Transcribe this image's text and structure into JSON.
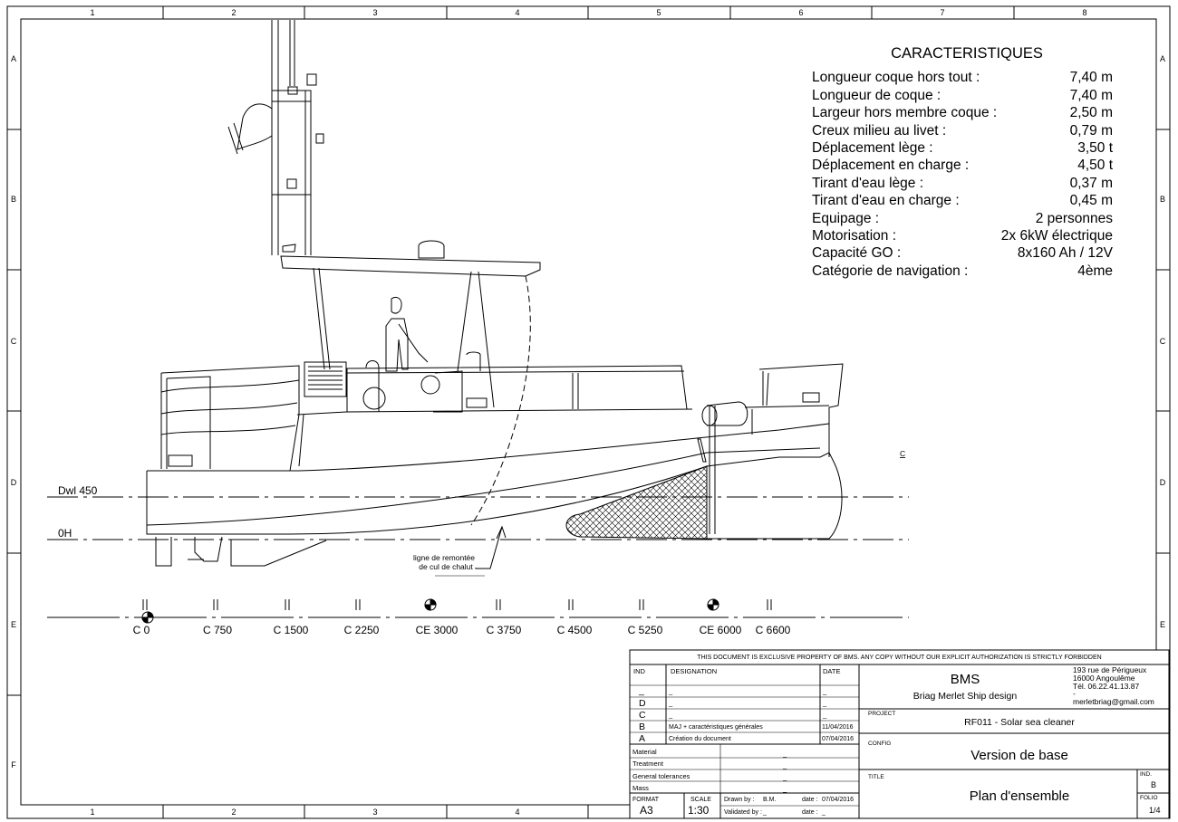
{
  "frame": {
    "cols": [
      "1",
      "2",
      "3",
      "4",
      "5",
      "6",
      "7",
      "8"
    ],
    "rows": [
      "A",
      "B",
      "C",
      "D",
      "E",
      "F"
    ]
  },
  "specs": {
    "title": "CARACTERISTIQUES",
    "rows": [
      {
        "label": "Longueur coque hors tout :",
        "value": "7,40 m"
      },
      {
        "label": "Longueur de coque :",
        "value": "7,40 m"
      },
      {
        "label": "Largeur hors membre coque :",
        "value": "2,50 m"
      },
      {
        "label": "Creux milieu au livet :",
        "value": "0,79 m"
      },
      {
        "label": "Déplacement lège :",
        "value": "3,50 t"
      },
      {
        "label": "Déplacement en charge :",
        "value": "4,50 t"
      },
      {
        "label": "Tirant d'eau lège :",
        "value": "0,37 m"
      },
      {
        "label": "Tirant d'eau en charge :",
        "value": "0,45 m"
      },
      {
        "label": "Equipage :",
        "value": "2 personnes"
      },
      {
        "label": "Motorisation :",
        "value": "2x 6kW électrique"
      },
      {
        "label": "Capacité GO :",
        "value": "8x160 Ah / 12V"
      },
      {
        "label": "Catégorie de navigation :",
        "value": "4ème"
      }
    ]
  },
  "drawing": {
    "dwl_label": "Dwl 450",
    "oh_label": "0H",
    "annotation_line1": "ligne de remontée",
    "annotation_line2": "de cul de chalut",
    "cut_label": "C",
    "stations": [
      "C 0",
      "C 750",
      "C 1500",
      "C 2250",
      "CE 3000",
      "C 3750",
      "C 4500",
      "C 5250",
      "CE 6000",
      "C 6600"
    ]
  },
  "titleblock": {
    "notice": "THIS DOCUMENT IS EXCLUSIVE PROPERTY OF BMS. ANY COPY WITHOUT OUR EXPLICIT AUTHORIZATION IS STRICTLY FORBIDDEN",
    "ind_header": "IND",
    "designation_header": "DESIGNATION",
    "date_header": "DATE",
    "revisions": [
      {
        "ind": "_",
        "designation": "_",
        "date": "_"
      },
      {
        "ind": "D",
        "designation": "_",
        "date": "_"
      },
      {
        "ind": "C",
        "designation": "_",
        "date": "_"
      },
      {
        "ind": "B",
        "designation": "MAJ + caractéristiques générales",
        "date": "11/04/2016"
      },
      {
        "ind": "A",
        "designation": "Création du document",
        "date": "07/04/2016"
      }
    ],
    "company": "BMS",
    "company_full": "Briag Merlet Ship design",
    "address1": "193 rue de Périgueux",
    "address2": "16000 Angoulême",
    "phone": "Tél. 06.22.41.13.87",
    "phone_sep": "-",
    "email": "merletbriag@gmail.com",
    "project_label": "PROJECT",
    "project": "RF011 - Solar sea cleaner",
    "config_label": "CONFIG",
    "config": "Version de base",
    "title_label": "TITLE",
    "title": "Plan d'ensemble",
    "ind_label": "IND.",
    "ind_value": "B",
    "folio_label": "FOLIO",
    "folio_value": "1/4",
    "material_label": "Material",
    "material_value": "_",
    "treatment_label": "Treatment",
    "treatment_value": "_",
    "tolerances_label": "General tolerances",
    "tolerances_value": "_",
    "mass_label": "Mass",
    "mass_value": "_",
    "format_label": "FORMAT",
    "format_value": "A3",
    "scale_label": "SCALE",
    "scale_value": "1:30",
    "drawn_label": "Drawn by :",
    "drawn_value": "B.M.",
    "drawn_date_label": "date :",
    "drawn_date": "07/04/2016",
    "validated_label": "Validated by :",
    "validated_value": "_",
    "validated_date_label": "date :",
    "validated_date": "_"
  }
}
